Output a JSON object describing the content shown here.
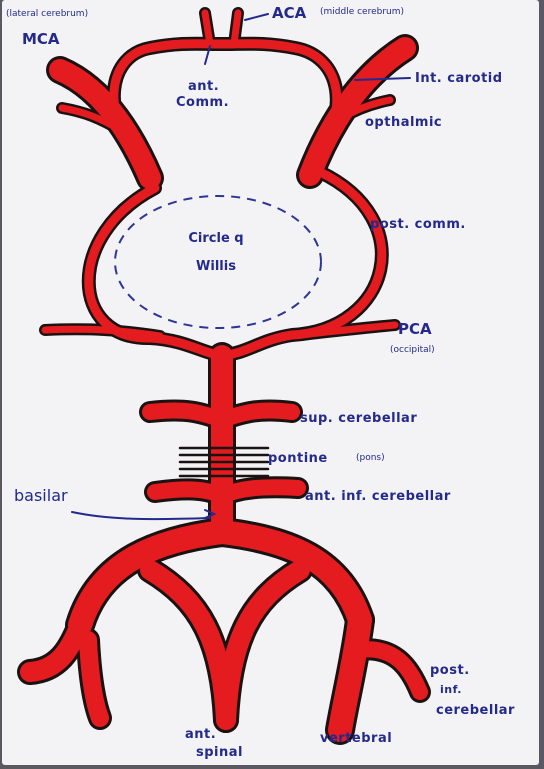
{
  "colors": {
    "paper": "#f3f2f4",
    "vessel_fill": "#e41b1f",
    "vessel_outline": "#1b1212",
    "ink": "#232a8c",
    "dashed_line": "#2e3596"
  },
  "labels": {
    "lateral_cerebrum": "(lateral cerebrum)",
    "mca": "MCA",
    "aca": "ACA",
    "middle_cerebrum": "(middle cerebrum)",
    "ant_comm_line1": "ant.",
    "ant_comm_line2": "Comm.",
    "int_carotid": "Int. carotid",
    "opthalmic": "opthalmic",
    "circle_line1": "Circle q",
    "circle_line2": "Willis",
    "post_comm": "post. comm.",
    "pca": "PCA",
    "occipital": "(occipital)",
    "sup_cerebellar": "sup. cerebellar",
    "pontine": "pontine",
    "pons": "(pons)",
    "basilar": "basilar",
    "ant_inf_cerebellar": "ant. inf. cerebellar",
    "post_inf_line1": "post.",
    "post_inf_line2": "inf.",
    "post_inf_line3": "cerebellar",
    "ant_spinal_line1": "ant.",
    "ant_spinal_line2": "spinal",
    "vertebral": "vertebral"
  }
}
